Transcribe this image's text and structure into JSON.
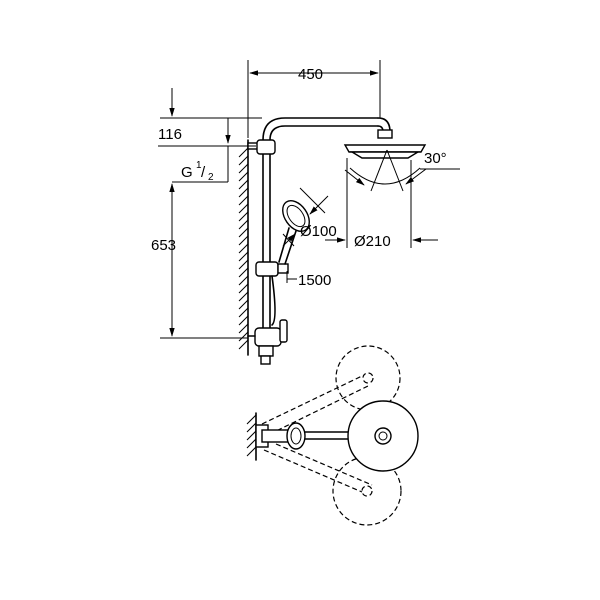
{
  "dimensions": {
    "width_bar": "450",
    "top_offset": "116",
    "connection_thread": "G",
    "thread_num": "1",
    "thread_den": "2",
    "height": "653",
    "hand_shower_diameter": "Ø100",
    "head_shower_diameter": "Ø210",
    "tilt_angle": "30°",
    "hose_length": "1500"
  }
}
